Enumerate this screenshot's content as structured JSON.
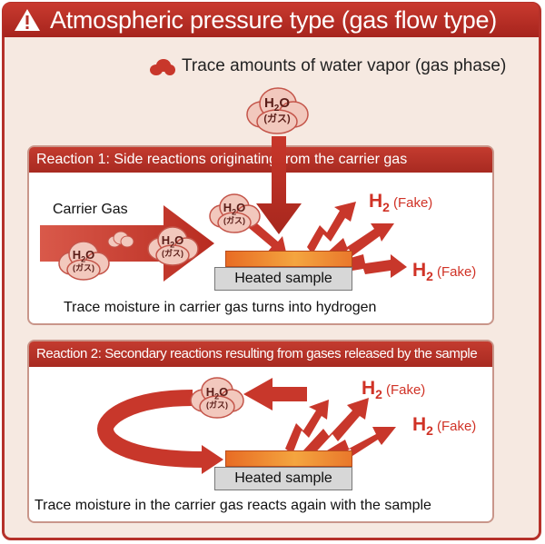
{
  "header": {
    "title": "Atmospheric pressure type (gas flow type)"
  },
  "vapor_label": "Trace amounts of water vapor (gas phase)",
  "cloud_text": {
    "formula_main": "H",
    "formula_sub": "2",
    "formula_end": "O",
    "phase": "(ガス)"
  },
  "h2": {
    "main": "H",
    "sub": "2",
    "fake": "(Fake)"
  },
  "reaction1": {
    "title": "Reaction 1: Side reactions originating from the carrier gas",
    "carrier_label": "Carrier Gas",
    "sample_label": "Heated sample",
    "caption": "Trace moisture in carrier gas turns into hydrogen"
  },
  "reaction2": {
    "title": "Reaction 2: Secondary reactions resulting from gases released by the sample",
    "sample_label": "Heated sample",
    "caption": "Trace moisture in the carrier gas reacts again with the sample"
  },
  "colors": {
    "accent": "#b5312a",
    "arrow": "#c8372b",
    "cloud": "#f2c8bd",
    "hot": "#f09a3a"
  }
}
